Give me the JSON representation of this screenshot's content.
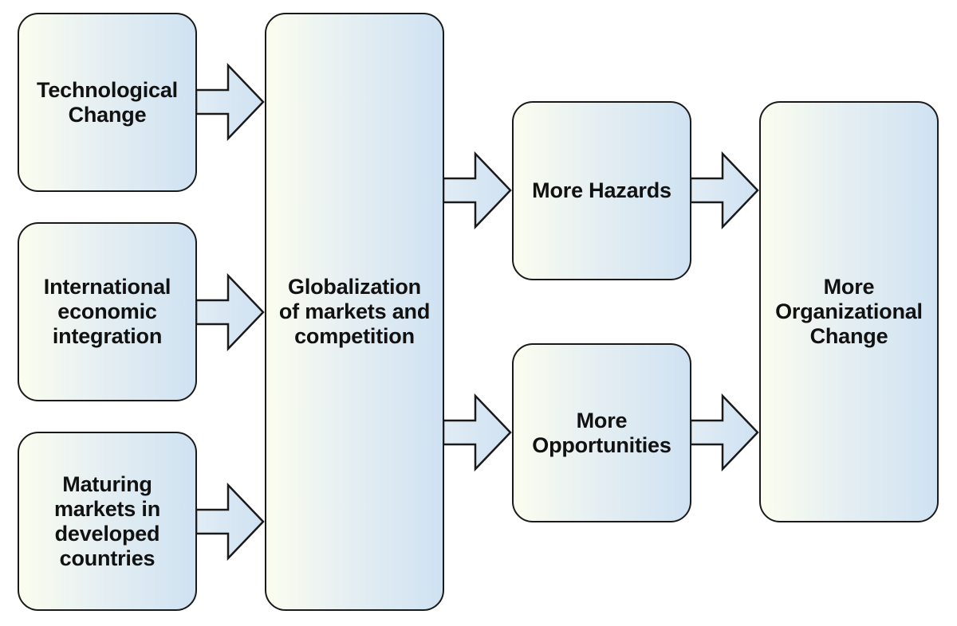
{
  "diagram": {
    "boxes": {
      "technological_change": "Technological\nChange",
      "international_integration": "International\neconomic\nintegration",
      "maturing_markets": "Maturing\nmarkets in\ndeveloped\ncountries",
      "globalization": "Globalization\nof markets and\ncompetition",
      "more_hazards": "More Hazards",
      "more_opportunities": "More\nOpportunities",
      "organizational_change": "More\nOrganizational\nChange"
    },
    "colors": {
      "box_fill_left": "#fbfdef",
      "box_fill_right": "#cfe2f2",
      "arrow_fill": "#d4e4f3",
      "outline": "#1a1a1a"
    },
    "connections": [
      {
        "from": "technological_change",
        "to": "globalization"
      },
      {
        "from": "international_integration",
        "to": "globalization"
      },
      {
        "from": "maturing_markets",
        "to": "globalization"
      },
      {
        "from": "globalization",
        "to": "more_hazards"
      },
      {
        "from": "globalization",
        "to": "more_opportunities"
      },
      {
        "from": "more_hazards",
        "to": "organizational_change"
      },
      {
        "from": "more_opportunities",
        "to": "organizational_change"
      }
    ]
  }
}
